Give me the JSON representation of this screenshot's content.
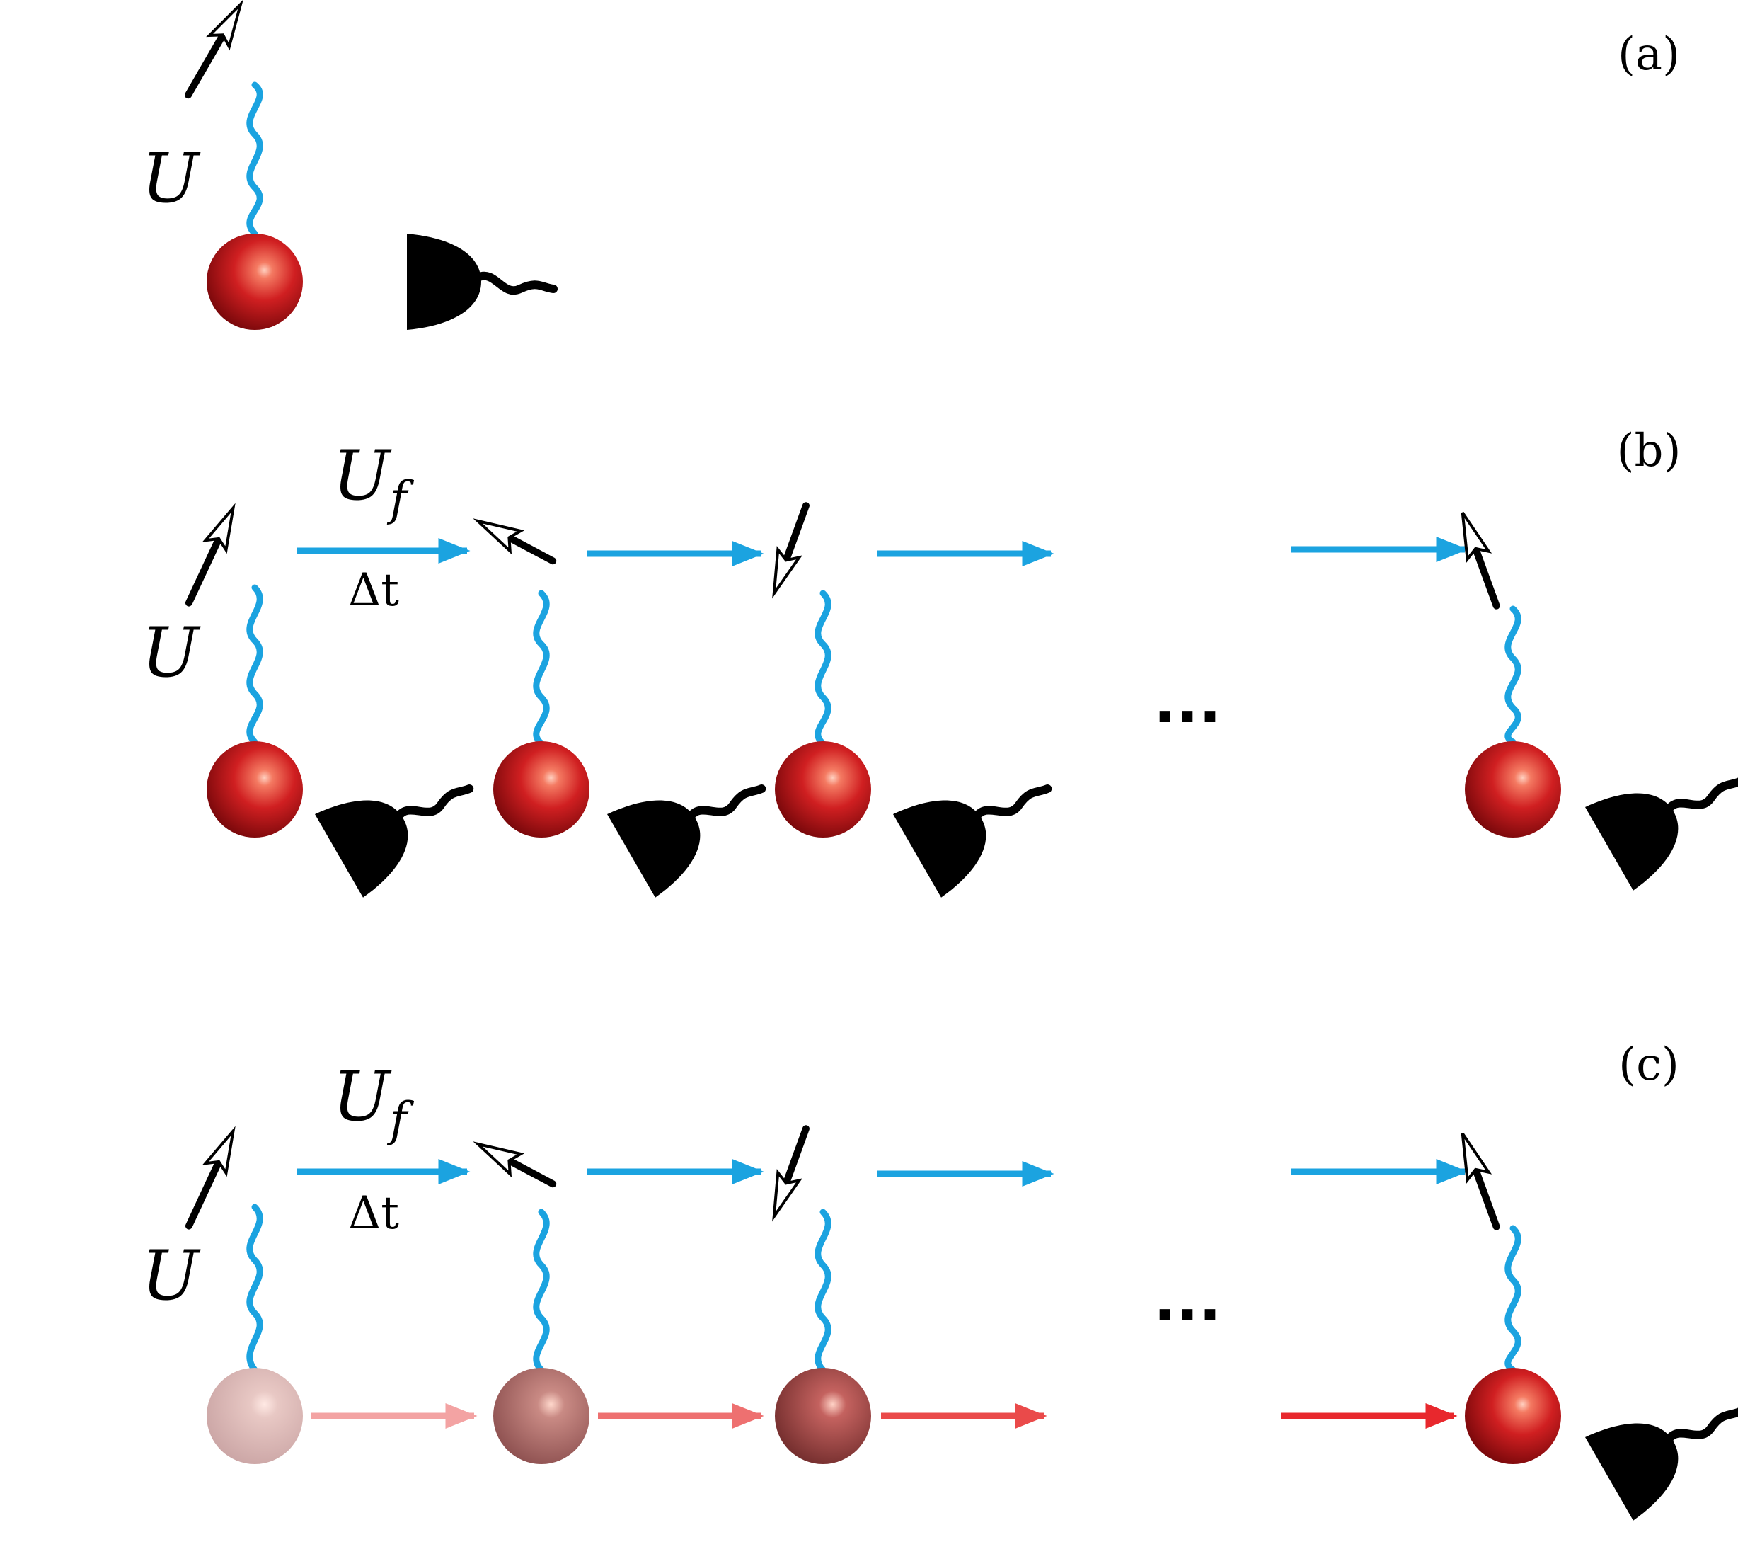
{
  "panels": [
    {
      "label": "(a)"
    },
    {
      "label": "(b)",
      "op": "U",
      "subscript": "f",
      "dt": "Δt",
      "ellipsis": "..."
    },
    {
      "label": "(c)",
      "op": "U",
      "subscript": "f",
      "dt": "Δt",
      "ellipsis": "..."
    }
  ],
  "unitary": "U",
  "colors": {
    "qubit": "#c0161c",
    "coupling": "#1ba3e0",
    "carry": "#e8282d",
    "detector": "#000000"
  },
  "icons": {
    "qubit": "red-sphere-icon",
    "probe": "probe-arrow-icon",
    "detector": "detector-icon"
  }
}
